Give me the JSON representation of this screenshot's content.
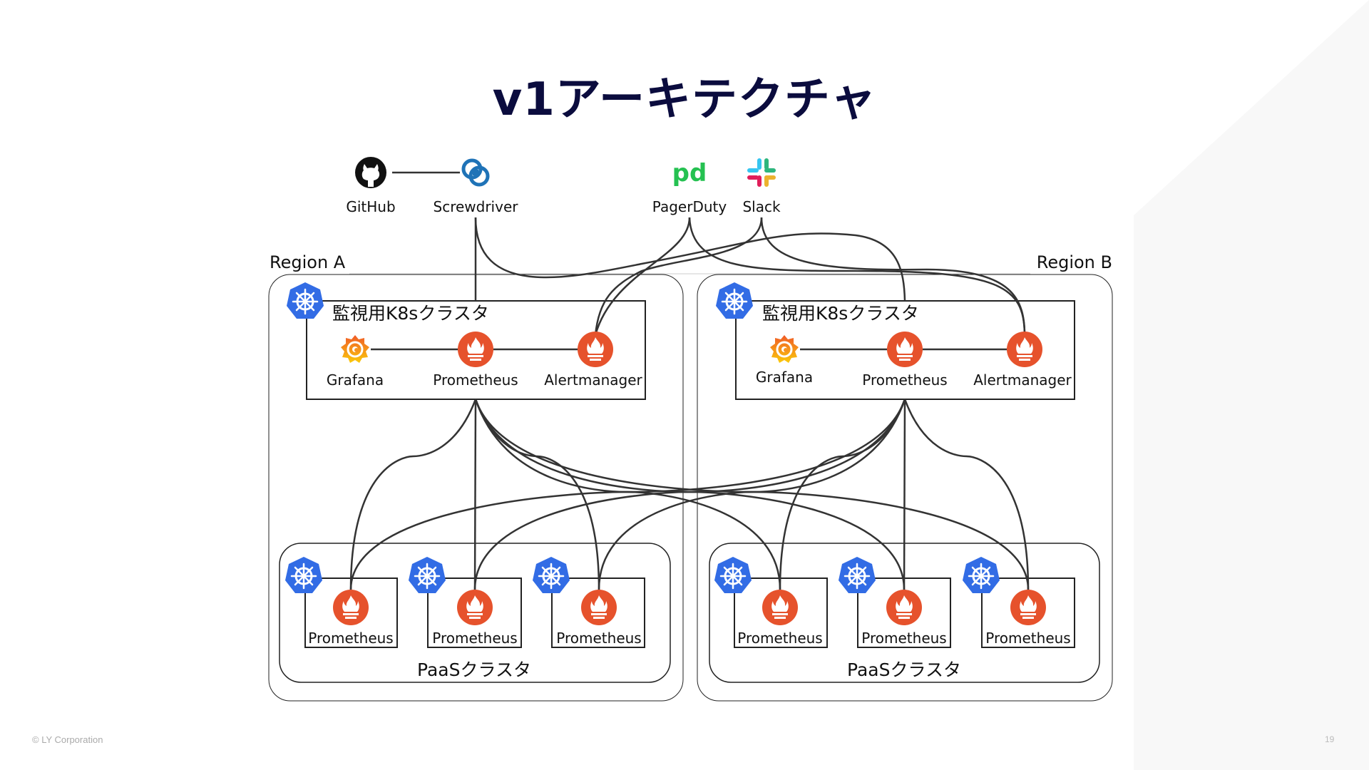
{
  "slide": {
    "title": "v1アーキテクチャ",
    "footer_copyright": "© LY Corporation",
    "page_number": "19"
  },
  "colors": {
    "title": "#0b0c3e",
    "kubernetes": "#326ce5",
    "prometheus": "#e6522c",
    "grafana": "#f46800",
    "screwdriver": "#1f73b7",
    "pagerduty": "#25c151",
    "line": "#333333"
  },
  "external_services": [
    {
      "id": "github",
      "label": "GitHub",
      "icon": "github-icon"
    },
    {
      "id": "screwdriver",
      "label": "Screwdriver",
      "icon": "screwdriver-icon"
    },
    {
      "id": "pagerduty",
      "label": "PagerDuty",
      "icon": "pagerduty-icon"
    },
    {
      "id": "slack",
      "label": "Slack",
      "icon": "slack-icon"
    }
  ],
  "regions": [
    {
      "label": "Region A",
      "monitoring_cluster": {
        "label": "監視用K8sクラスタ",
        "components": [
          {
            "label": "Grafana",
            "icon": "grafana-icon"
          },
          {
            "label": "Prometheus",
            "icon": "prometheus-icon"
          },
          {
            "label": "Alertmanager",
            "icon": "prometheus-icon"
          }
        ]
      },
      "paas_cluster": {
        "label": "PaaSクラスタ",
        "clusters": [
          {
            "label": "Prometheus"
          },
          {
            "label": "Prometheus"
          },
          {
            "label": "Prometheus"
          }
        ]
      }
    },
    {
      "label": "Region B",
      "monitoring_cluster": {
        "label": "監視用K8sクラスタ",
        "components": [
          {
            "label": "Grafana",
            "icon": "grafana-icon"
          },
          {
            "label": "Prometheus",
            "icon": "prometheus-icon"
          },
          {
            "label": "Alertmanager",
            "icon": "prometheus-icon"
          }
        ]
      },
      "paas_cluster": {
        "label": "PaaSクラスタ",
        "clusters": [
          {
            "label": "Prometheus"
          },
          {
            "label": "Prometheus"
          },
          {
            "label": "Prometheus"
          }
        ]
      }
    }
  ],
  "connections": [
    {
      "from": "GitHub",
      "to": "Screwdriver"
    },
    {
      "from": "Screwdriver",
      "to": "Region A Prometheus"
    },
    {
      "from": "Screwdriver",
      "to": "Region B Prometheus"
    },
    {
      "from": "PagerDuty",
      "to": "Region A Alertmanager"
    },
    {
      "from": "PagerDuty",
      "to": "Region B Alertmanager"
    },
    {
      "from": "Slack",
      "to": "Region A Alertmanager"
    },
    {
      "from": "Slack",
      "to": "Region B Alertmanager"
    },
    {
      "from": "Grafana",
      "to": "Prometheus",
      "scope": "each region"
    },
    {
      "from": "Prometheus",
      "to": "Alertmanager",
      "scope": "each region"
    },
    {
      "from": "Region A Prometheus",
      "to": "all 6 PaaS Prometheus"
    },
    {
      "from": "Region B Prometheus",
      "to": "all 6 PaaS Prometheus"
    }
  ]
}
